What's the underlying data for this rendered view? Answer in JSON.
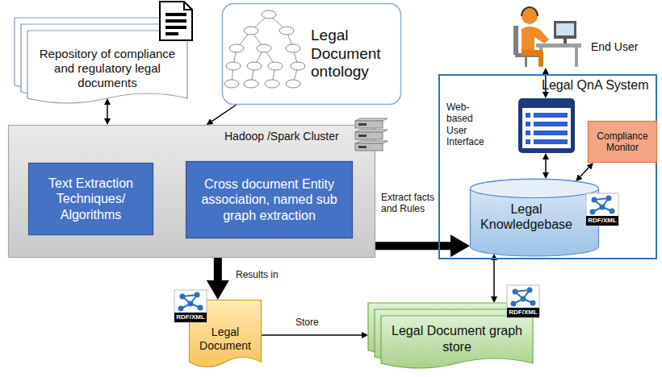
{
  "diagram": {
    "nodes": [
      {
        "text": [
          "Repository of compliance and regulatory legal documents"
        ]
      },
      {
        "text": [
          "Legal Document ontology"
        ]
      },
      {
        "text": [
          "Hadoop /Spark Cluster"
        ]
      },
      {
        "text": [
          "Text Extraction Techniques/ Algorithms"
        ],
        "in": 2
      },
      {
        "text": [
          "Cross document Entity association, named sub graph extraction"
        ],
        "in": 2
      },
      {
        "text": [
          "End User"
        ]
      },
      {
        "text": [
          "Legal QnA System"
        ]
      },
      {
        "text": [
          "Web-based User Interface"
        ],
        "in": 6
      },
      {
        "text": [
          "Compliance Monitor"
        ],
        "in": 6
      },
      {
        "text": [
          "Legal Knowledgebase"
        ],
        "in": 6
      },
      {
        "text": [
          "Legal Document"
        ]
      },
      {
        "text": [
          "Legal Document graph store"
        ]
      }
    ],
    "edges": [
      {
        "from": 0,
        "to": 2,
        "arrow": "both"
      },
      {
        "from": 1,
        "to": 2,
        "arrow": "to"
      },
      {
        "from": 2,
        "to": 9,
        "label": "Extract facts and Rules",
        "arrow": "to"
      },
      {
        "from": 2,
        "to": 10,
        "label": "Results in",
        "arrow": "to"
      },
      {
        "from": 10,
        "to": 11,
        "label": "Store",
        "arrow": "to"
      },
      {
        "from": 9,
        "to": 11,
        "arrow": "both"
      },
      {
        "from": 5,
        "to": 7,
        "arrow": "both"
      },
      {
        "from": 7,
        "to": 9,
        "arrow": "both"
      },
      {
        "from": 8,
        "to": 9,
        "arrow": "both"
      }
    ],
    "labels": [
      "RDF/XML",
      "RDF/XML",
      "RDF/XML"
    ]
  }
}
